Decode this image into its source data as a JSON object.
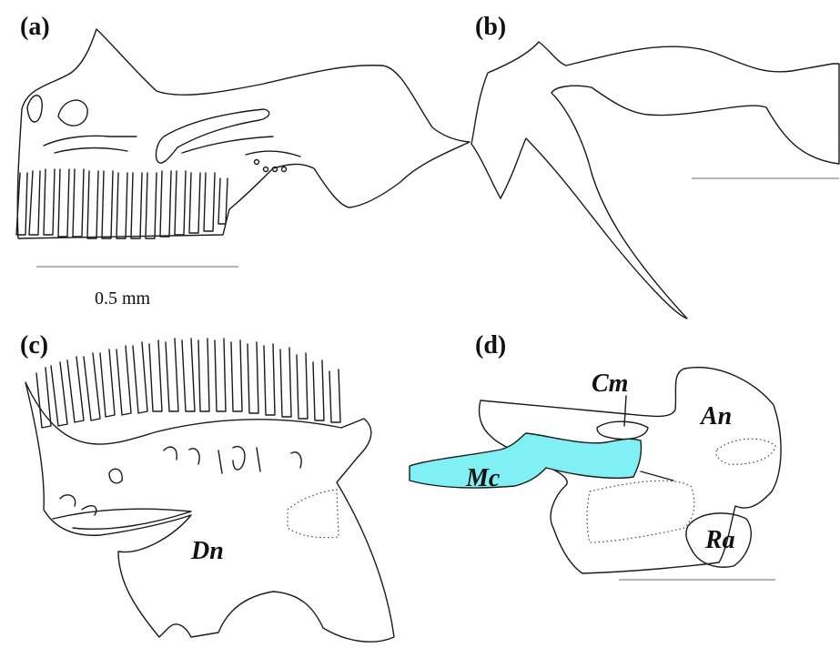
{
  "panels": {
    "a": {
      "label": "(a)",
      "scale_bar": "0.5 mm"
    },
    "b": {
      "label": "(b)"
    },
    "c": {
      "label": "(c)",
      "bones": [
        "Dn"
      ]
    },
    "d": {
      "label": "(d)",
      "bones": [
        "Cm",
        "An",
        "Mc",
        "Ra"
      ]
    }
  },
  "colors": {
    "outline": "#1a1a1a",
    "meckel_fill": "#80f0f4"
  }
}
